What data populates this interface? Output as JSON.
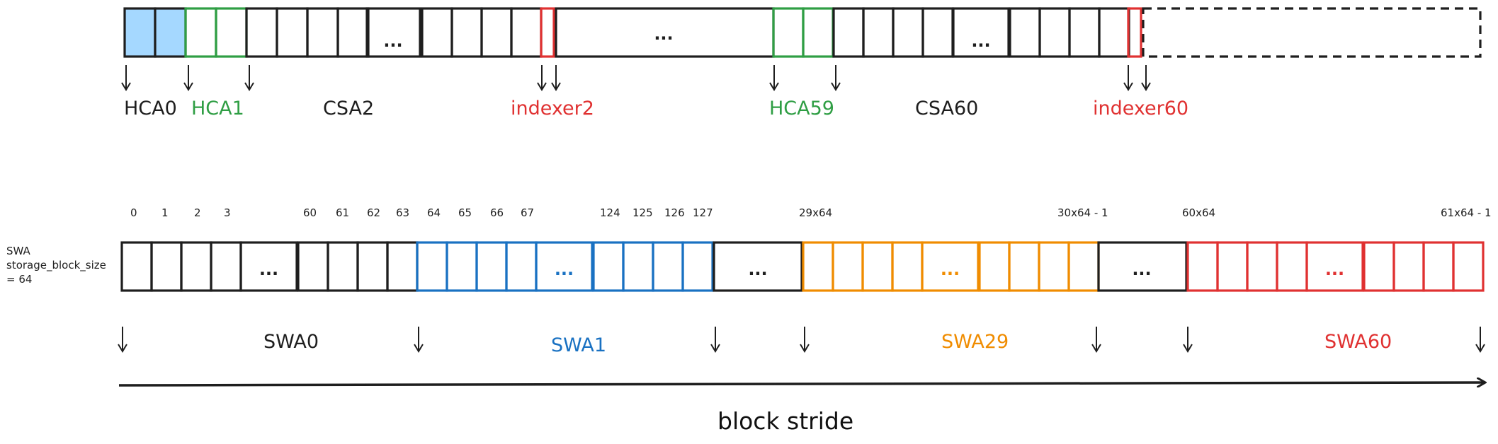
{
  "colors": {
    "black": "#1e1e1e",
    "green": "#2f9e44",
    "red": "#e03131",
    "blue": "#1971c2",
    "orange": "#f08c00",
    "hca0_fill": "#a5d8ff"
  },
  "top_row": {
    "ellipsis": "...",
    "labels": {
      "hca0": "HCA0",
      "hca1": "HCA1",
      "csa2": "CSA2",
      "indexer2": "indexer2",
      "hca59": "HCA59",
      "csa60": "CSA60",
      "indexer60": "indexer60"
    }
  },
  "bottom_row": {
    "side_note": [
      "SWA",
      "storage_block_size",
      "= 64"
    ],
    "ellipsis": "...",
    "index_labels": [
      "0",
      "1",
      "2",
      "3",
      "60",
      "61",
      "62",
      "63",
      "64",
      "65",
      "66",
      "67",
      "124",
      "125",
      "126",
      "127",
      "29x64",
      "30x64 - 1",
      "60x64",
      "61x64 - 1"
    ],
    "group_labels": {
      "swa0": "SWA0",
      "swa1": "SWA1",
      "swa29": "SWA29",
      "swa60": "SWA60"
    }
  },
  "axis": {
    "label": "block stride",
    "icon": "right-arrow-icon"
  }
}
